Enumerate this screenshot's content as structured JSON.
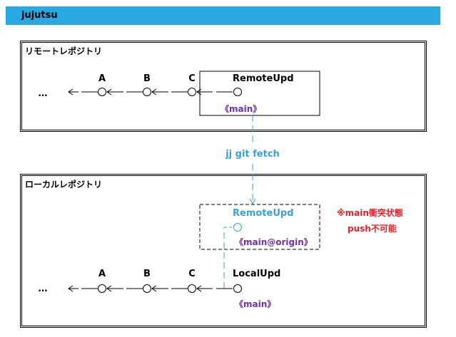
{
  "header": {
    "title": "jujutsu"
  },
  "remote": {
    "title": "リモートレポジトリ",
    "ellipsis": "…",
    "commits": [
      "A",
      "B",
      "C"
    ],
    "update_label": "RemoteUpd",
    "bookmark": "《main》"
  },
  "fetch": {
    "label": "jj git fetch"
  },
  "local": {
    "title": "ローカルレポジトリ",
    "ellipsis": "…",
    "commits": [
      "A",
      "B",
      "C"
    ],
    "fetched_label": "RemoteUpd",
    "fetched_bookmark": "《main@origin》",
    "local_label": "LocalUpd",
    "local_bookmark": "《main》",
    "conflict_note_1": "※main衝突状態",
    "conflict_note_2": "push不可能"
  },
  "colors": {
    "header_bg": "#2aa8e2",
    "bookmark": "#7030a0",
    "accent_blue": "#3aa0d8",
    "conflict_red": "#e8202a"
  }
}
